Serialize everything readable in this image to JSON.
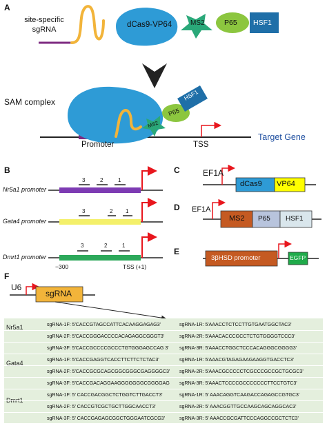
{
  "panels": {
    "a": "A",
    "b": "B",
    "c": "C",
    "d": "D",
    "e": "E",
    "f": "F"
  },
  "panel_a": {
    "sgrna_label_1": "site-specific",
    "sgrna_label_2": "sgRNA",
    "dcas9_label": "dCas9-VP64",
    "ms2": "MS2",
    "p65": "P65",
    "hsf1": "HSF1",
    "sam_complex": "SAM complex",
    "promoter": "Promoter",
    "tss": "TSS",
    "target_gene": "Target Gene"
  },
  "panel_b": {
    "promoters": [
      {
        "name": "Nr5a1 promoter",
        "color": "#7d3bb3"
      },
      {
        "name": "Gata4 promoter",
        "color": "#f4f06a"
      },
      {
        "name": "Dmrt1 promoter",
        "color": "#2ca85a"
      }
    ],
    "site_labels": [
      "3",
      "2",
      "1"
    ],
    "minus300": "−300",
    "tss_label": "TSS (+1)"
  },
  "panel_c": {
    "ef1a": "EF1A",
    "dcas9": "dCas9",
    "vp64": "VP64"
  },
  "panel_d": {
    "ef1a": "EF1A",
    "ms2": "MS2",
    "p65": "P65",
    "hsf1": "HSF1"
  },
  "panel_e": {
    "promoter": "3βHSD promoter",
    "egfp": "EGFP"
  },
  "panel_f": {
    "u6": "U6",
    "sgrna": "sgRNA",
    "genes": [
      "Nr5a1",
      "Gata4",
      "Dmrt1"
    ],
    "rows": [
      {
        "f": "sgRNA-1F: 5'CACCGTAGCCATTCACAAGGAGAG3'",
        "r": "sgRNA-1R: 5'AAACCTCTCCTTGTGAATGGCTAC3'"
      },
      {
        "f": "sgRNA-2F: 5'CACCGGGACCCCACAGAGGCGGGT3'",
        "r": "sgRNA-2R: 5'AAACACCCGCCTCTGTGGGGTCCC3'"
      },
      {
        "f": "sgRNA-3F: 5'CACCGCCCCGCCCTGTGGGAGCCAG 3'",
        "r": "sgRNA-3R: 5'AAACCTGGCTCCCACAGGGCGGGG3'"
      },
      {
        "f": "sgRNA-1F: 5'CACCGAGGTCACCTTCTTCTCTAC3'",
        "r": "sgRNA-1R: 5'AAACGTAGAGAAGAAGGTGACCTC3'"
      },
      {
        "f": "sgRNA-2F: 5'CACCGCGCAGCGGCGGGCGAGGGGC3'",
        "r": "sgRNA-2R: 5'AAACGCCCCCTCGCCCGCCGCTGCGC3'"
      },
      {
        "f": "sgRNA-3F: 5'CACCGACAGGAAGGGGGGGCGGGGAG",
        "r": "sgRNA-3R: 5'AAACTCCCCGCCCCCCCTTCCTGTC3'"
      },
      {
        "f": "sgRNA-1F: 5' CACCGACGGCTCTGGTCTTGACCT3'",
        "r": "sgRNA-1R: 5' AAACAGGTCAAGACCAGAGCCGTGC3'"
      },
      {
        "f": "sgRNA-2F: 5' CACCGTCGCTGCTTGGCAACCT3'",
        "r": "sgRNA-2R: 5' AAACGGTTGCCAAGCAGCAGGCAC3'"
      },
      {
        "f": "sgRNA-3F: 5' CACCGAGAGCGGCTGGGAATCGCG3'",
        "r": "sgRNA-3R: 5' AAACCGCGATTCCCAGGCCGCTCTC3'"
      }
    ]
  },
  "colors": {
    "dcas9_blue": "#2e9bd6",
    "ms2_green": "#2aa879",
    "p65_green": "#8cc63f",
    "hsf1_blue": "#1f6fa8",
    "sgrna_yellow": "#f2b43a",
    "spacer_purple": "#7d2a80",
    "tss_red": "#e8161d",
    "vp64_yellow": "#ffff00",
    "ms2_brown": "#c55a22",
    "p65_lilac": "#b8c4dd",
    "hsf1_pale": "#d9e6ec",
    "egfp_green": "#1faa4a",
    "table_bg": "#e4efdd",
    "target_gene_blue": "#1f4fa0"
  }
}
